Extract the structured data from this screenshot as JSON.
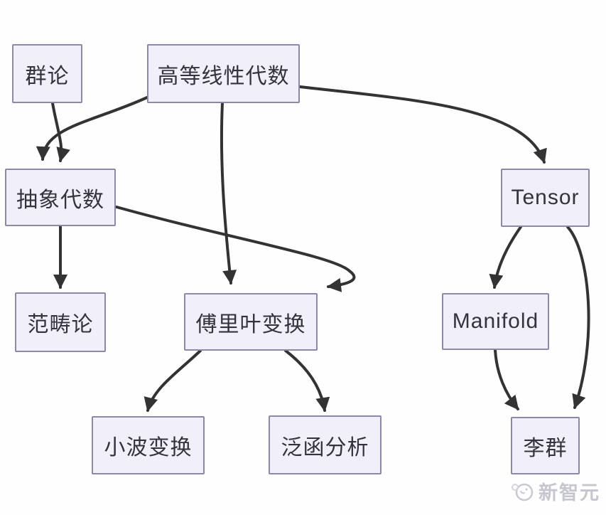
{
  "diagram": {
    "title": "math-topics-dependency-flowchart",
    "nodes": [
      {
        "id": "group-theory",
        "label": "群论"
      },
      {
        "id": "advanced-linear-algebra",
        "label": "高等线性代数"
      },
      {
        "id": "abstract-algebra",
        "label": "抽象代数"
      },
      {
        "id": "tensor",
        "label": "Tensor"
      },
      {
        "id": "category-theory",
        "label": "范畴论"
      },
      {
        "id": "fourier-transform",
        "label": "傅里叶变换"
      },
      {
        "id": "manifold",
        "label": "Manifold"
      },
      {
        "id": "wavelet-transform",
        "label": "小波变换"
      },
      {
        "id": "functional-analysis",
        "label": "泛函分析"
      },
      {
        "id": "lie-group",
        "label": "李群"
      }
    ],
    "edges": [
      {
        "from": "群论",
        "to": "抽象代数"
      },
      {
        "from": "高等线性代数",
        "to": "抽象代数"
      },
      {
        "from": "高等线性代数",
        "to": "傅里叶变换"
      },
      {
        "from": "高等线性代数",
        "to": "Tensor"
      },
      {
        "from": "抽象代数",
        "to": "范畴论"
      },
      {
        "from": "抽象代数",
        "to": "傅里叶变换"
      },
      {
        "from": "傅里叶变换",
        "to": "小波变换"
      },
      {
        "from": "傅里叶变换",
        "to": "泛函分析"
      },
      {
        "from": "Tensor",
        "to": "Manifold"
      },
      {
        "from": "Manifold",
        "to": "李群"
      },
      {
        "from": "Tensor",
        "to": "李群"
      }
    ],
    "colors": {
      "node_fill": "#f1effa",
      "node_border": "#8d87a8",
      "arrow": "#333333",
      "text": "#33333d"
    }
  },
  "watermark": {
    "text": "新智元"
  }
}
